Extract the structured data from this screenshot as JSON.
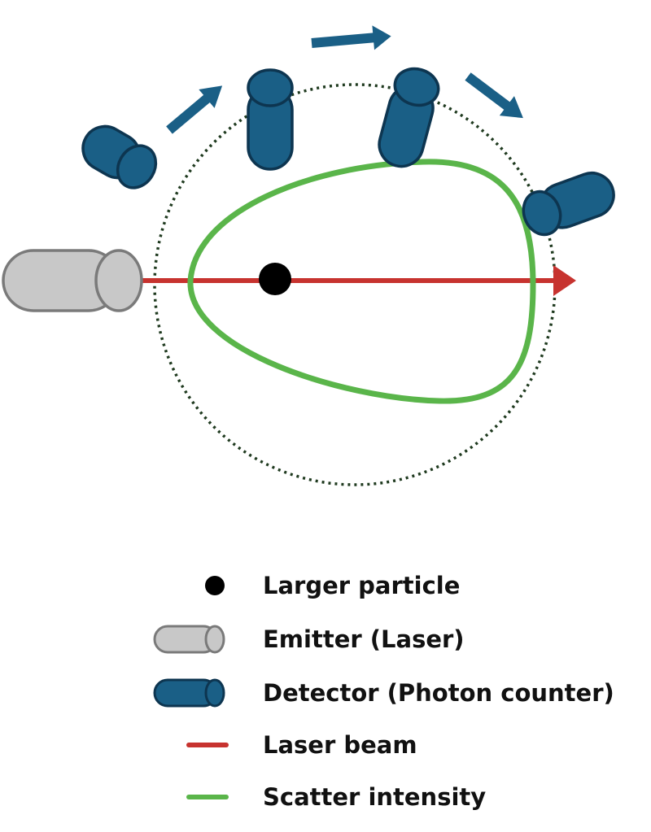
{
  "colors": {
    "particle": "#000000",
    "emitter_fill": "#c8c8c8",
    "emitter_stroke": "#7a7a7a",
    "detector_fill": "#1a5f86",
    "detector_stroke": "#0d3550",
    "laser_beam": "#c7332f",
    "scatter": "#5ab54a",
    "detector_path": "#1f2f1f",
    "arrow": "#1a5f86"
  },
  "legend": {
    "particle": "Larger particle",
    "emitter": "Emitter (Laser)",
    "detector": "Detector (Photon counter)",
    "laser_beam": "Laser beam",
    "scatter": "Scatter intensity"
  }
}
